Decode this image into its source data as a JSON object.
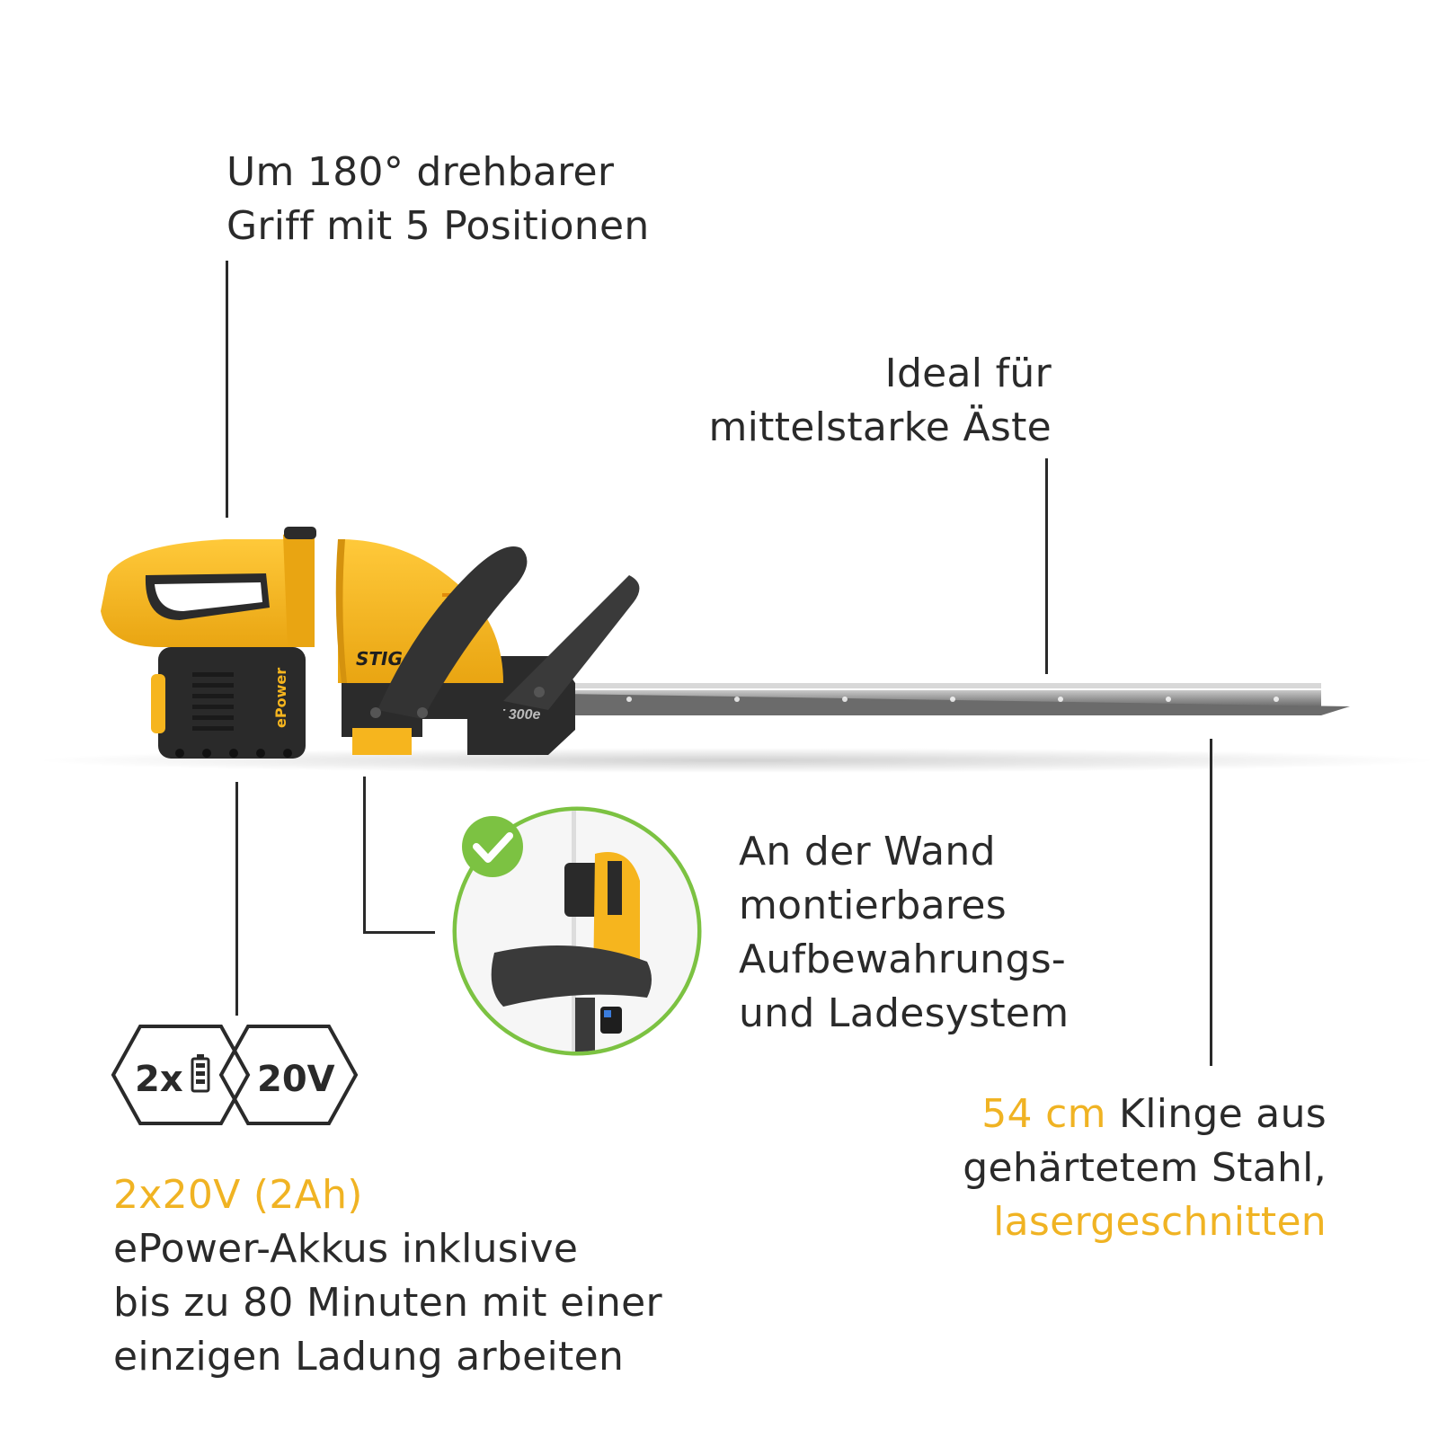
{
  "annotations": {
    "handle": {
      "line1": "Um 180° drehbarer",
      "line2": "Griff mit 5 Positionen"
    },
    "branches": {
      "line1": "Ideal für",
      "line2": "mittelstarke Äste"
    },
    "storage": {
      "line1": "An der Wand",
      "line2": "montierbares",
      "line3": "Aufbewahrungs-",
      "line4": "und Ladesystem"
    },
    "battery": {
      "highlight": "2x20V (2Ah)",
      "line2": "ePower-Akkus inklusive",
      "line3": "bis zu 80 Minuten mit einer",
      "line4": "einzigen Ladung arbeiten"
    },
    "blade": {
      "highlight1": "54 cm",
      "line1_rest": " Klinge aus",
      "line2": "gehärtetem Stahl,",
      "highlight3": "lasergeschnitten"
    }
  },
  "product": {
    "brand_logo": "STIGA",
    "model_label": "HT 300e",
    "battery_brand": "ePower"
  },
  "badges": {
    "count": "2x",
    "voltage": "20V",
    "battery_icon": "battery-icon"
  },
  "icons": {
    "check": "check-icon"
  },
  "colors": {
    "accent": "#f0b323",
    "text": "#2a2a2a",
    "check_green": "#7cc242",
    "tool_yellow": "#f6b51e",
    "tool_dark": "#2b2b2b"
  }
}
